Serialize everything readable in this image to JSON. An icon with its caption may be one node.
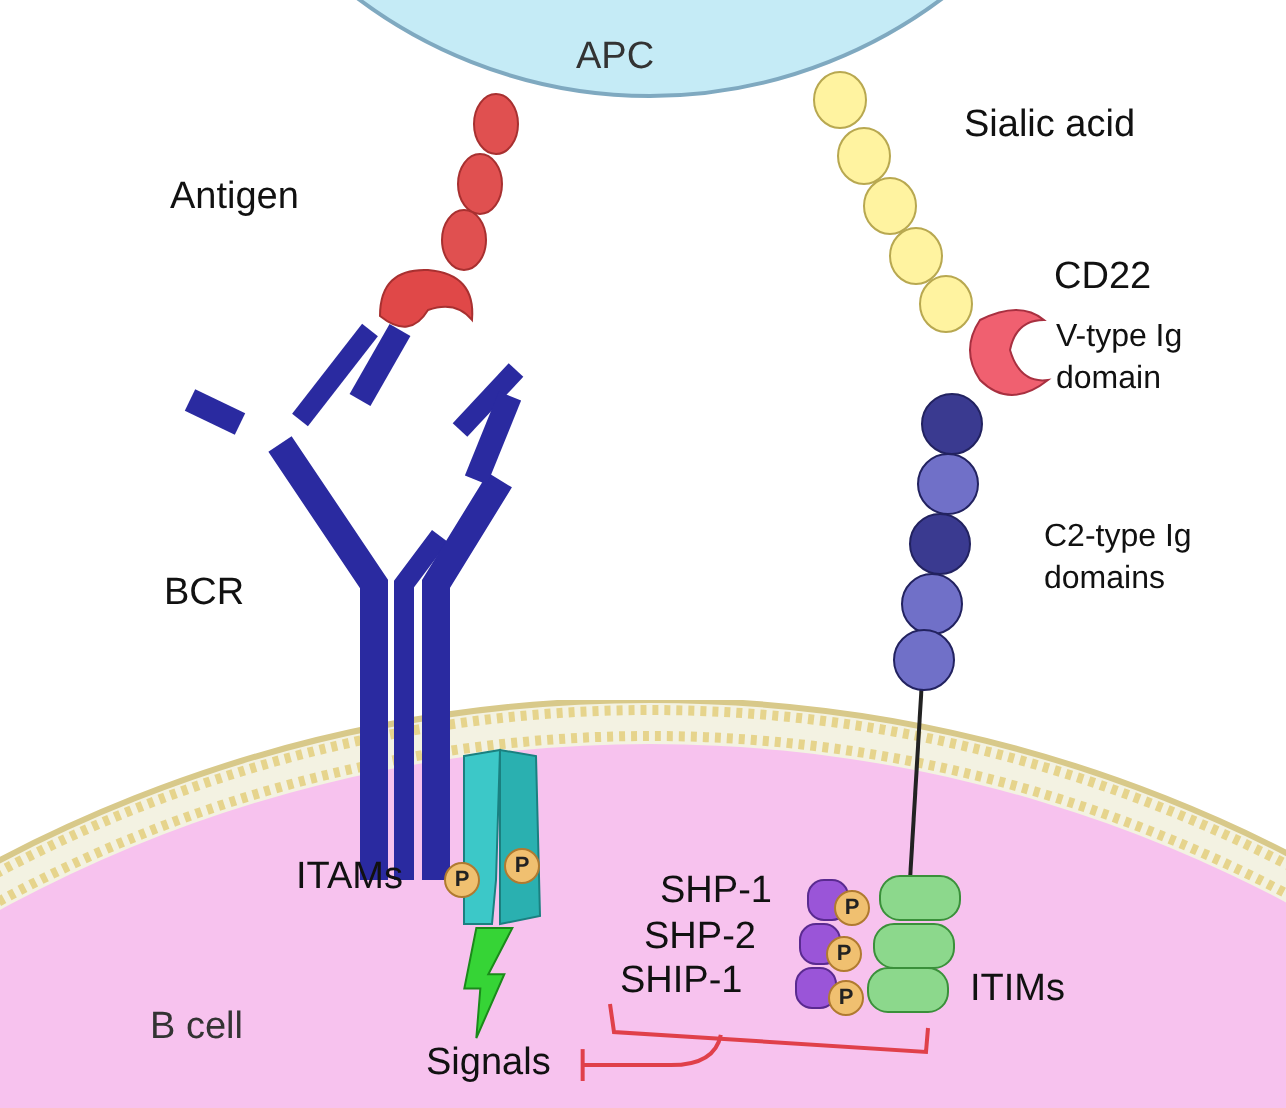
{
  "diagram": {
    "nodes": [
      {
        "text": [
          "APC"
        ]
      },
      {
        "text": [
          "B cell"
        ]
      },
      {
        "text": [
          "Signals"
        ],
        "in": 1
      },
      {
        "text": [
          "P"
        ],
        "in": 1
      },
      {
        "text": [
          "P"
        ],
        "in": 1
      },
      {
        "text": [
          "P"
        ],
        "in": 1
      },
      {
        "text": [
          "P"
        ],
        "in": 1
      },
      {
        "text": [
          "P"
        ],
        "in": 1
      },
      {
        "text": [],
        "shape": "bar",
        "in": 1
      }
    ],
    "edges": [
      {
        "from": 4,
        "to": 2,
        "arrow": "to",
        "color": "#36d436"
      },
      {
        "from": 8,
        "to": 2,
        "arrow": "other",
        "color": "#e0404a"
      }
    ],
    "labels": [
      "Antigen",
      "Sialic acid",
      "CD22",
      "V-type Ig domain",
      "BCR",
      "C2-type Ig domains",
      "ITAMs",
      "SHP-1",
      "SHP-2",
      "SHIP-1",
      "ITIMs"
    ]
  }
}
